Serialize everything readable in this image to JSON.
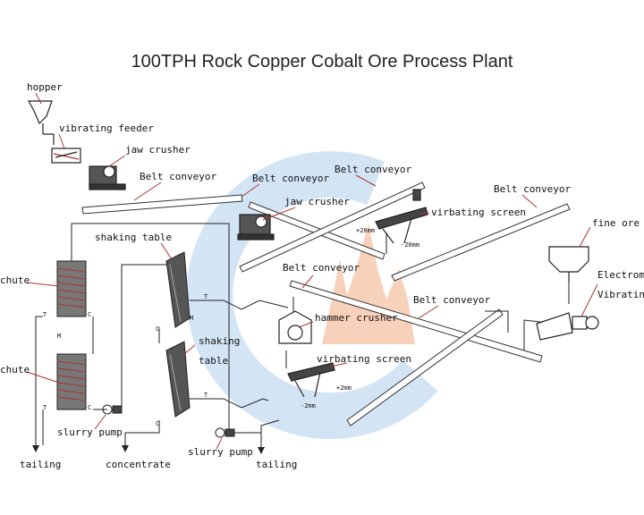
{
  "title": "100TPH Rock Copper Cobalt Ore Process Plant",
  "labels": {
    "hopper": "hopper",
    "vibrating_feeder": "vibrating feeder",
    "jaw_crusher_1": "jaw crusher",
    "belt_conveyor_1": "Belt conveyor",
    "belt_conveyor_2": "Belt conveyor",
    "belt_conveyor_3": "Belt conveyor",
    "belt_conveyor_4": "Belt conveyor",
    "belt_conveyor_5": "Belt conveyor",
    "belt_conveyor_6": "Belt conveyor",
    "jaw_crusher_2": "jaw crusher",
    "virbating_screen_1": "virbating screen",
    "virbating_screen_2": "virbating screen",
    "size_20mm_plus": "+20mm",
    "size_20mm_minus": "-20mm",
    "size_2mm_plus": "+2mm",
    "size_2mm_minus": "-2mm",
    "fine_ore": "fine ore",
    "electromagnetic": "Electroma",
    "vibrating": "Vibrating",
    "shaking_table_1": "shaking table",
    "shaking_table_2a": "shaking",
    "shaking_table_2b": "table",
    "chute_1": "chute",
    "chute_2": "chute",
    "hammer_crusher": "hammer crusher",
    "slurry_pump_1": "slurry pump",
    "slurry_pump_2": "slurry pump",
    "tailing_1": "tailing",
    "tailing_2": "tailing",
    "concentrate": "concentrate",
    "mark_t": "T",
    "mark_c": "C",
    "mark_m": "M"
  }
}
